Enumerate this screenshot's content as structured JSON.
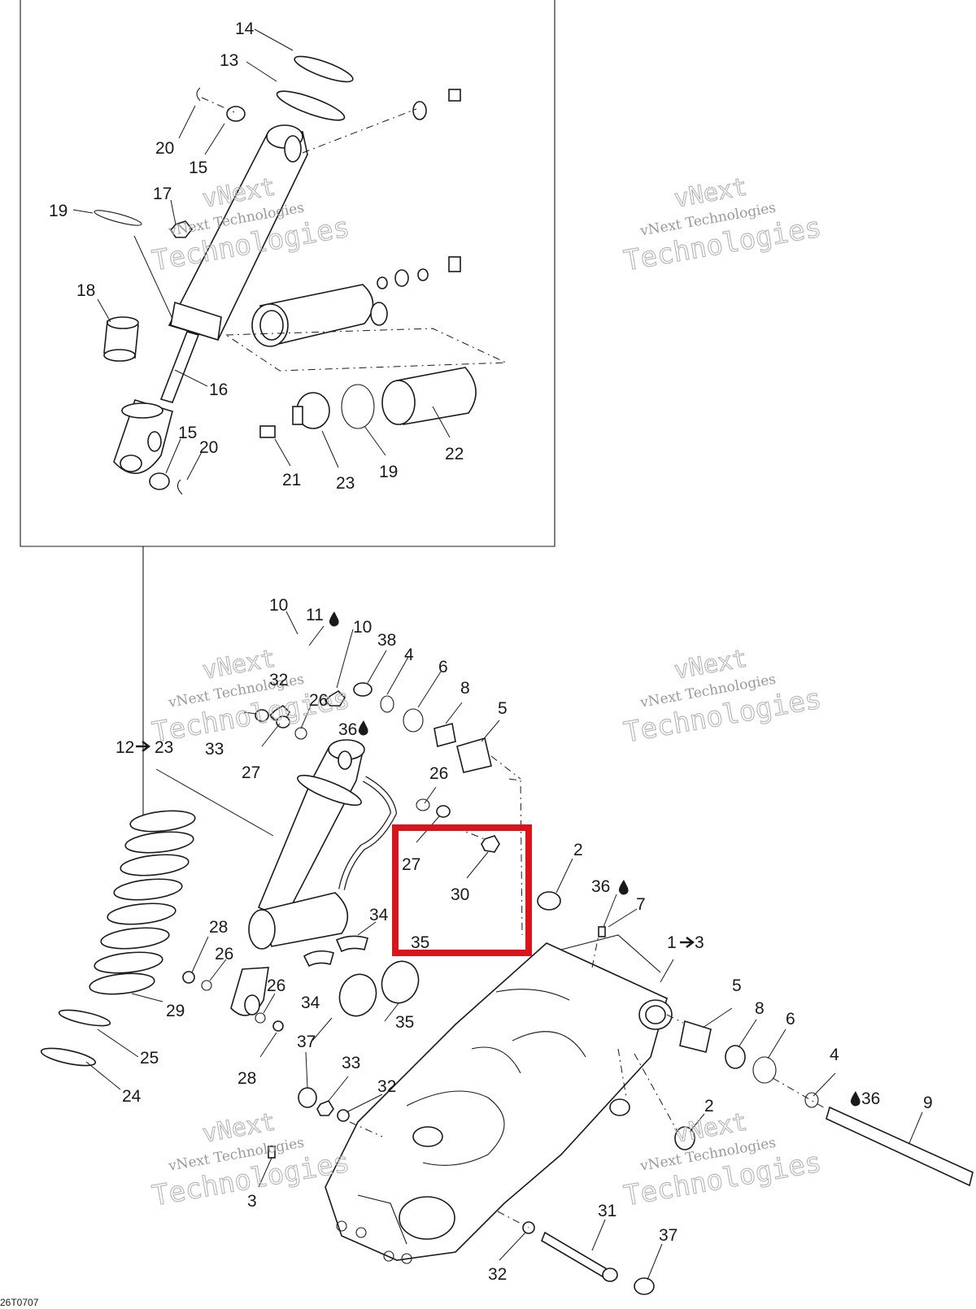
{
  "diagram": {
    "reference_code": "26T0707",
    "highlight_color": "#d9141b",
    "callouts": [
      {
        "id": "c14",
        "text": "14"
      },
      {
        "id": "c13",
        "text": "13"
      },
      {
        "id": "c20a",
        "text": "20"
      },
      {
        "id": "c15a",
        "text": "15"
      },
      {
        "id": "c17",
        "text": "17"
      },
      {
        "id": "c19a",
        "text": "19"
      },
      {
        "id": "c18",
        "text": "18"
      },
      {
        "id": "c16",
        "text": "16"
      },
      {
        "id": "c15b",
        "text": "15"
      },
      {
        "id": "c20b",
        "text": "20"
      },
      {
        "id": "c21",
        "text": "21"
      },
      {
        "id": "c23",
        "text": "23"
      },
      {
        "id": "c19b",
        "text": "19"
      },
      {
        "id": "c22",
        "text": "22"
      },
      {
        "id": "c10a",
        "text": "10"
      },
      {
        "id": "c11",
        "text": "11"
      },
      {
        "id": "c10b",
        "text": "10"
      },
      {
        "id": "c38",
        "text": "38"
      },
      {
        "id": "c4a",
        "text": "4"
      },
      {
        "id": "c6a",
        "text": "6"
      },
      {
        "id": "c8a",
        "text": "8"
      },
      {
        "id": "c5a",
        "text": "5"
      },
      {
        "id": "c32a",
        "text": "32"
      },
      {
        "id": "c26a",
        "text": "26"
      },
      {
        "id": "c36a",
        "text": "36"
      },
      {
        "id": "c33a",
        "text": "33"
      },
      {
        "id": "c27a",
        "text": "27"
      },
      {
        "id": "c12",
        "text": "12"
      },
      {
        "id": "c12b",
        "text": "23"
      },
      {
        "id": "c26b",
        "text": "26"
      },
      {
        "id": "c27b",
        "text": "27"
      },
      {
        "id": "c30",
        "text": "30"
      },
      {
        "id": "c35a",
        "text": "35"
      },
      {
        "id": "c2a",
        "text": "2"
      },
      {
        "id": "c36b",
        "text": "36"
      },
      {
        "id": "c7",
        "text": "7"
      },
      {
        "id": "c1",
        "text": "1"
      },
      {
        "id": "c1b",
        "text": "3"
      },
      {
        "id": "c34a",
        "text": "34"
      },
      {
        "id": "c28a",
        "text": "28"
      },
      {
        "id": "c26c",
        "text": "26"
      },
      {
        "id": "c26d",
        "text": "26"
      },
      {
        "id": "c29",
        "text": "29"
      },
      {
        "id": "c34b",
        "text": "34"
      },
      {
        "id": "c35b",
        "text": "35"
      },
      {
        "id": "c5b",
        "text": "5"
      },
      {
        "id": "c8b",
        "text": "8"
      },
      {
        "id": "c6b",
        "text": "6"
      },
      {
        "id": "c25",
        "text": "25"
      },
      {
        "id": "c37a",
        "text": "37"
      },
      {
        "id": "c28b",
        "text": "28"
      },
      {
        "id": "c33b",
        "text": "33"
      },
      {
        "id": "c32b",
        "text": "32"
      },
      {
        "id": "c24",
        "text": "24"
      },
      {
        "id": "c4b",
        "text": "4"
      },
      {
        "id": "c36c",
        "text": "36"
      },
      {
        "id": "c9",
        "text": "9"
      },
      {
        "id": "c2b",
        "text": "2"
      },
      {
        "id": "c3",
        "text": "3"
      },
      {
        "id": "c31",
        "text": "31"
      },
      {
        "id": "c37b",
        "text": "37"
      },
      {
        "id": "c32c",
        "text": "32"
      }
    ],
    "watermark": {
      "line1": "vNext",
      "line2": "vNext Technologies",
      "line3": "Technologies"
    }
  }
}
